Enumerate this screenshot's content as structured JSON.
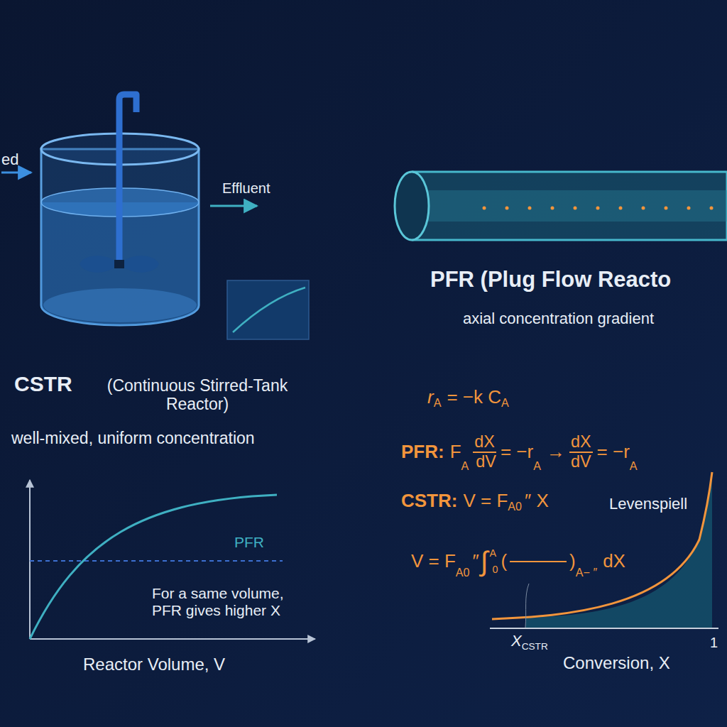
{
  "diagram": {
    "labels": [
      "ed",
      "Effluent",
      "CSTR",
      "(Continuous Stirred-Tank Reactor)",
      "well-mixed, uniform concentration",
      "PFR",
      "For a same volume, PFR gives higher X",
      "Reactor Volume, V",
      "PFR (Plug Flow Reacto",
      "axial concentration gradient",
      "r",
      "A",
      "= −k C",
      "A",
      "PFR:",
      "F",
      "A",
      "dX",
      "dV",
      "= −r",
      "A",
      "→",
      "dX",
      "dV",
      "= −r",
      "A",
      "CSTR:",
      "V = F",
      "A0",
      "″ X",
      "Levenspiell",
      "V = F",
      "A0",
      "″",
      "∫",
      "A",
      "0",
      "(",
      ")",
      "A− ″",
      "dX",
      "X",
      "CSTR",
      "1",
      "Conversion, X"
    ]
  }
}
